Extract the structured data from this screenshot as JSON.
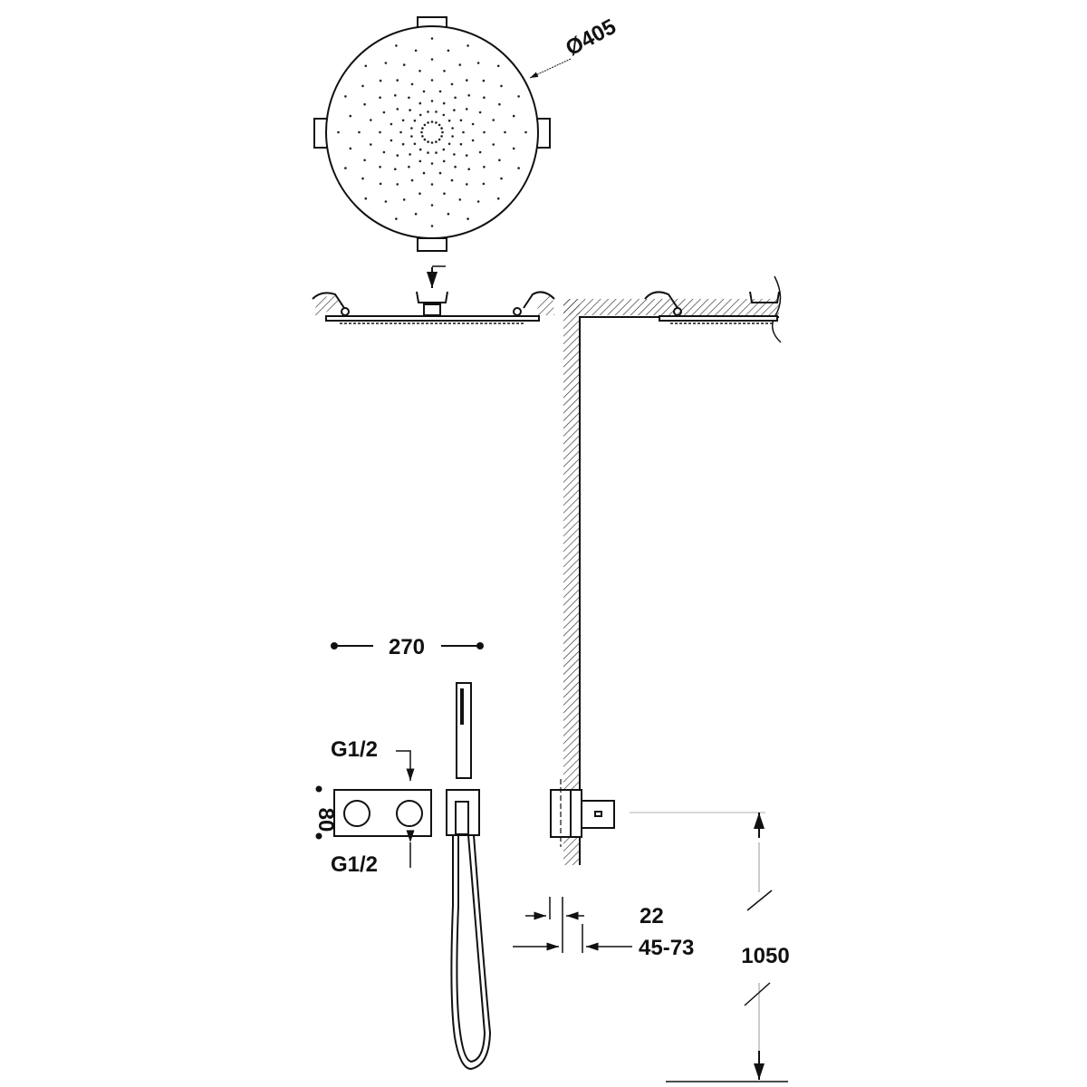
{
  "title": "Shower system dimension drawing",
  "colors": {
    "line": "#111111",
    "background": "#ffffff"
  },
  "dimensions": {
    "head_diameter": "Ø405",
    "mixer_width": "270",
    "mixer_height": "80",
    "inlet_top": "G1/2",
    "inlet_bottom": "G1/2",
    "wall_depth_min": "22",
    "wall_depth_range": "45-73",
    "outlet_height": "1050"
  }
}
